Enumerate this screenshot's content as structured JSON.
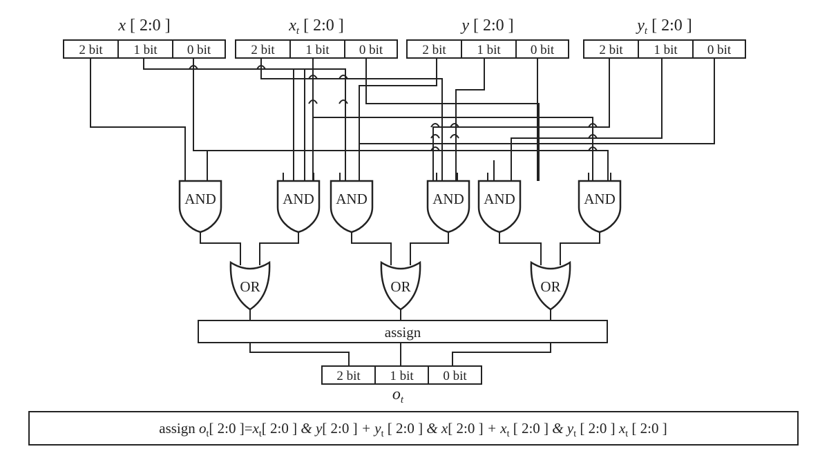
{
  "registers": [
    {
      "label": "x",
      "sub": "",
      "range": "[ 2:0 ]",
      "bits": [
        "2 bit",
        "1 bit",
        "0 bit"
      ]
    },
    {
      "label": "x",
      "sub": "t",
      "range": "[ 2:0 ]",
      "bits": [
        "2 bit",
        "1 bit",
        "0 bit"
      ]
    },
    {
      "label": "y",
      "sub": "",
      "range": "[ 2:0 ]",
      "bits": [
        "2 bit",
        "1 bit",
        "0 bit"
      ]
    },
    {
      "label": "y",
      "sub": "t",
      "range": "[ 2:0 ]",
      "bits": [
        "2 bit",
        "1 bit",
        "0 bit"
      ]
    }
  ],
  "and_gates": [
    "AND",
    "AND",
    "AND",
    "AND",
    "AND",
    "AND"
  ],
  "or_gates": [
    "OR",
    "OR",
    "OR"
  ],
  "assign_label": "assign",
  "output": {
    "label": "o",
    "sub": "t",
    "bits": [
      "2 bit",
      "1 bit",
      "0 bit"
    ]
  },
  "formula": [
    {
      "t": "assign "
    },
    {
      "t": "o",
      "i": true
    },
    {
      "t": "t",
      "sub": true
    },
    {
      "t": "[ 2:0 ]=",
      "s": true
    },
    {
      "t": "x",
      "i": true
    },
    {
      "t": "t",
      "sub": true
    },
    {
      "t": "[ 2:0 ] ",
      "s": true
    },
    {
      "t": "&",
      "i": true
    },
    {
      "t": " y",
      "i": true
    },
    {
      "t": "[ 2:0 ] ",
      "s": true
    },
    {
      "t": "+ y",
      "i": true
    },
    {
      "t": "t",
      "sub": true
    },
    {
      "t": " [ 2:0 ] ",
      "s": true
    },
    {
      "t": "&",
      "i": true
    },
    {
      "t": " x",
      "i": true
    },
    {
      "t": "[ 2:0 ] ",
      "s": true
    },
    {
      "t": "+ x",
      "i": true
    },
    {
      "t": "t",
      "sub": true
    },
    {
      "t": " [ 2:0 ] ",
      "s": true
    },
    {
      "t": "&",
      "i": true
    },
    {
      "t": " y",
      "i": true
    },
    {
      "t": "t",
      "sub": true
    },
    {
      "t": " [ 2:0 ] ",
      "s": true
    },
    {
      "t": "x",
      "i": true
    },
    {
      "t": "t",
      "sub": true
    },
    {
      "t": " [ 2:0 ]",
      "s": true
    }
  ]
}
